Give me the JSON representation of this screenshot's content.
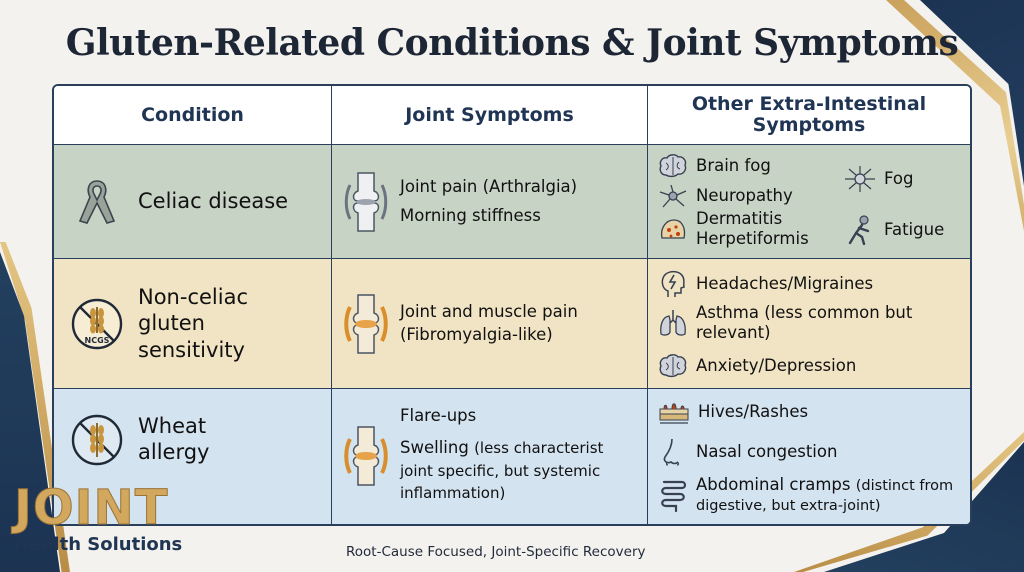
{
  "title": "Gluten-Related Conditions & Joint Symptoms",
  "headers": [
    "Condition",
    "Joint Symptoms",
    "Other Extra-Intestinal Symptoms"
  ],
  "rows": [
    {
      "condition": "Celiac disease",
      "condition_icon": "awareness-ribbon-icon",
      "joint": [
        "Joint pain (Arthralgia)",
        "Morning stiffness"
      ],
      "other": {
        "brain_fog": "Brain fog",
        "neuropathy": "Neuropathy",
        "dermatitis": "Dermatitis Herpetiformis",
        "fog": "Fog",
        "fatigue": "Fatigue"
      }
    },
    {
      "condition": "Non-celiac gluten sensitivity",
      "condition_badge": "NCGS",
      "joint": [
        "Joint and muscle pain (Fibromyalgia-like)"
      ],
      "other": {
        "headaches": "Headaches/Migraines",
        "asthma": "Asthma (less common but relevant)",
        "anxiety": "Anxiety/Depression"
      }
    },
    {
      "condition": "Wheat allergy",
      "joint": {
        "flare": "Flare-ups",
        "swelling_main": "Swelling",
        "swelling_note": "(less characterist joint specific, but systemic inflammation)"
      },
      "other": {
        "hives": "Hives/Rashes",
        "nasal": "Nasal congestion",
        "cramps_main": "Abdominal cramps",
        "cramps_note": "(distinct from digestive, but extra-joint)"
      }
    }
  ],
  "brand": {
    "logo_text": "JOINT",
    "logo_sub": "Health Solutions",
    "tagline": "Root-Cause Focused, Joint-Specific Recovery"
  },
  "colors": {
    "navy": "#1c3352",
    "gold": "#c9a05a",
    "row_celiac": "#c7d3c4",
    "row_ncgs": "#f1e4c4",
    "row_wheat": "#d4e3f0"
  }
}
